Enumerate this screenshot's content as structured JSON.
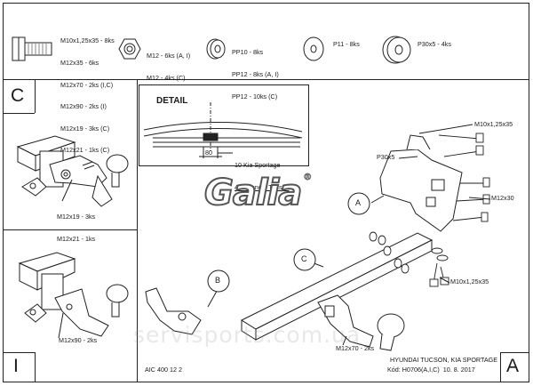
{
  "parts": {
    "bolt": [
      "M10x1,25x35 - 8ks",
      "M12x35 - 6ks",
      "M12x70 - 2ks (I,C)",
      "M12x90 - 2ks (I)",
      "M12x19 - 3ks (C)",
      "M12x21 - 1ks (C)"
    ],
    "nut": [
      "M12 - 6ks (A, I)",
      "M12 - 4ks (C)"
    ],
    "washer_pp": [
      "PP10 - 8ks",
      "PP12 - 8ks (A, I)",
      "PP12 - 10ks (C)"
    ],
    "washer_p11": "P11 - 8ks",
    "washer_p30": "P30x5 - 4ks"
  },
  "sections": {
    "c_label": "C",
    "i_label": "I",
    "a_label": "A"
  },
  "detail": {
    "title": "DETAIL",
    "dim": "80",
    "note_line1": "10 Kia Sportage",
    "note_line2": "40 Hyundai Tucson"
  },
  "section_c": {
    "bolt_note_1": "M12x19 - 3ks",
    "bolt_note_2": "M12x21 - 1ks"
  },
  "section_i": {
    "bolt_note": "M12x90 - 2ks"
  },
  "callouts": {
    "m10_top": "M10x1,25x35",
    "p30x5": "P30x5",
    "m12x30": "M12x30",
    "m10_bottom": "M10x1,25x35",
    "m12x70": "M12x70 - 2ks",
    "a": "A",
    "b": "B",
    "c": "C"
  },
  "logo": {
    "text": "Galia",
    "mark": "®"
  },
  "watermark": "servisports.com.ua",
  "footer": {
    "code": "AIC 400 12 2",
    "vehicle": "HYUNDAI TUCSON, KIA SPORTAGE",
    "kod": "Kód: H0706(A,I,C)  10. 8. 2017"
  }
}
